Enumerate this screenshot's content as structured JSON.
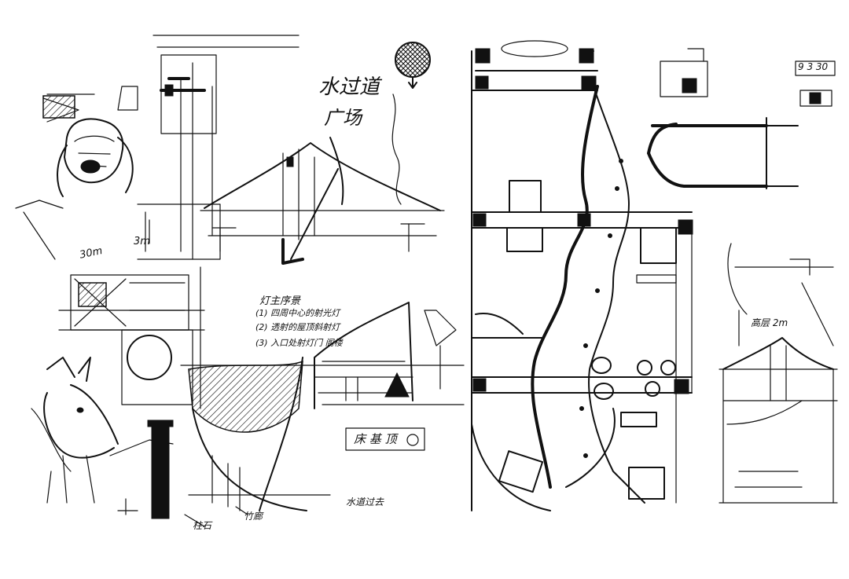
{
  "notes": {
    "water_passage": "水过道",
    "courtyard": "广场",
    "dim_30m": "30m",
    "dim_3m": "3m",
    "scale_top_right": "9 3 30",
    "light_title": "灯主序景",
    "light_item_1": "(1) 四周中心的射光灯",
    "light_item_2": "(2) 透射的屋顶斜射灯",
    "light_item_3": "(3) 入口处射灯门 阁楼",
    "label_bottom_1": "床 基 顶",
    "label_bottom_2": "水道过去",
    "label_bottom_3": "柱石",
    "label_bottom_4": "竹廊",
    "label_right": "高层 2m"
  },
  "colors": {
    "ink": "#111111",
    "paper": "#ffffff"
  }
}
